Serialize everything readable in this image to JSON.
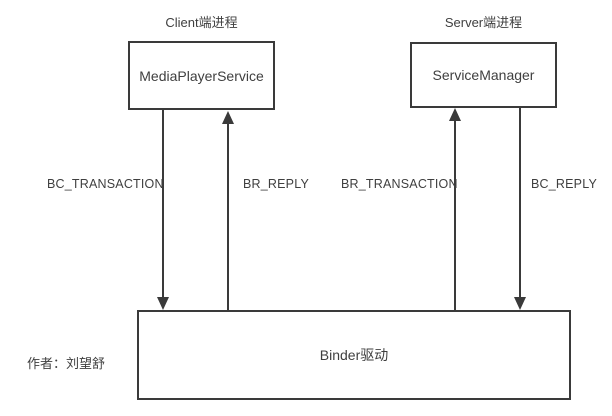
{
  "diagram": {
    "client": {
      "title": "Client端进程",
      "node": "MediaPlayerService"
    },
    "server": {
      "title": "Server端进程",
      "node": "ServiceManager"
    },
    "binder": {
      "label": "Binder驱动"
    },
    "edges": {
      "bc_transaction": "BC_TRANSACTION",
      "br_reply": "BR_REPLY",
      "br_transaction": "BR_TRANSACTION",
      "bc_reply": "BC_REPLY"
    },
    "author": "作者：刘望舒"
  },
  "colors": {
    "background": "#ffffff",
    "line": "#3a3a3a",
    "text": "#3f3f3f"
  }
}
